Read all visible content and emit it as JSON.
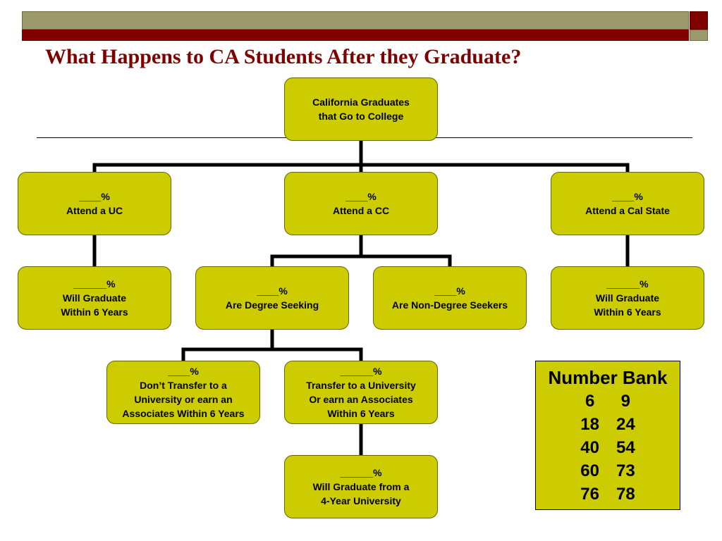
{
  "slide": {
    "title": "What Happens to CA Students After they Graduate?"
  },
  "nodes": {
    "root": "California Graduates\nthat Go to College",
    "uc": "____%\nAttend a UC",
    "cc": "____%\nAttend a CC",
    "csu": "____%\nAttend a Cal State",
    "uc_grad": "______%\nWill Graduate\nWithin 6 Years",
    "degree": "____%\nAre Degree Seeking",
    "nondegree": "____%\nAre Non-Degree Seekers",
    "csu_grad": "______%\nWill Graduate\nWithin 6 Years",
    "no_transfer": "____%\nDon’t Transfer to a\nUniversity or earn an\nAssociates Within 6 Years",
    "transfer": "______%\nTransfer to a University\nOr earn an  Associates\nWithin 6 Years",
    "univ_grad": "______%\nWill Graduate from a\n4-Year University"
  },
  "number_bank": {
    "title": "Number Bank",
    "rows": [
      [
        "6",
        "9"
      ],
      [
        "18",
        "24"
      ],
      [
        "40",
        "54"
      ],
      [
        "60",
        "73"
      ],
      [
        "76",
        "78"
      ]
    ]
  },
  "colors": {
    "node_fill": "#cccc00",
    "title": "#800000",
    "header_olive": "#9c9a6a",
    "header_maroon": "#800000"
  }
}
